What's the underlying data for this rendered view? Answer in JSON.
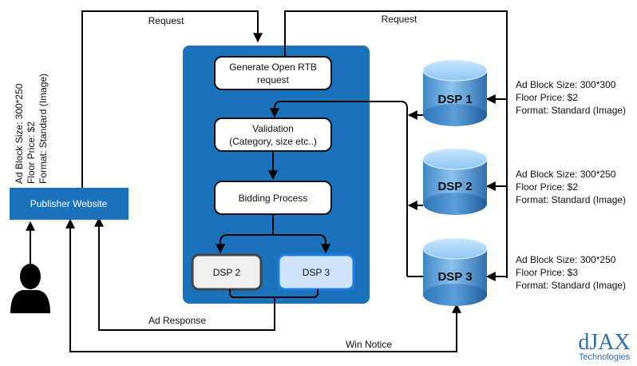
{
  "publisher": {
    "label": "Publisher Website",
    "specs": [
      "Ad Block Size: 300*250",
      "Floor Price: $2",
      "Format: Standard (Image)"
    ]
  },
  "flows": {
    "request_left": "Request",
    "request_right": "Request",
    "ad_response": "Ad Response",
    "win_notice": "Win Notice"
  },
  "exchange": {
    "steps": [
      {
        "line1": "Generate Open RTB",
        "line2": "request"
      },
      {
        "line1": "Validation",
        "line2": "(Category, size etc..)"
      },
      {
        "line1": "Bidding Process",
        "line2": ""
      }
    ],
    "bidders": [
      {
        "label": "DSP 2",
        "state": "lost"
      },
      {
        "label": "DSP 3",
        "state": "winner"
      }
    ]
  },
  "dsps": [
    {
      "label": "DSP 1",
      "specs": [
        "Ad Block Size: 300*300",
        "Floor Price: $2",
        "Format: Standard (Image)"
      ]
    },
    {
      "label": "DSP 2",
      "specs": [
        "Ad Block Size: 300*250",
        "Floor Price: $2",
        "Format: Standard (Image)"
      ]
    },
    {
      "label": "DSP 3",
      "specs": [
        "Ad Block Size: 300*250",
        "Floor Price: $3",
        "Format: Standard (Image)"
      ]
    }
  ],
  "logo": {
    "main": "dJAX",
    "sub": "Technologies"
  },
  "colors": {
    "panel": "#1a72bb",
    "publisher": "#1a72bb",
    "winner_fill": "#cfe3fb",
    "winner_border": "#1e7fe8",
    "lost_fill": "#f0f0f0",
    "lost_border": "#444444"
  }
}
